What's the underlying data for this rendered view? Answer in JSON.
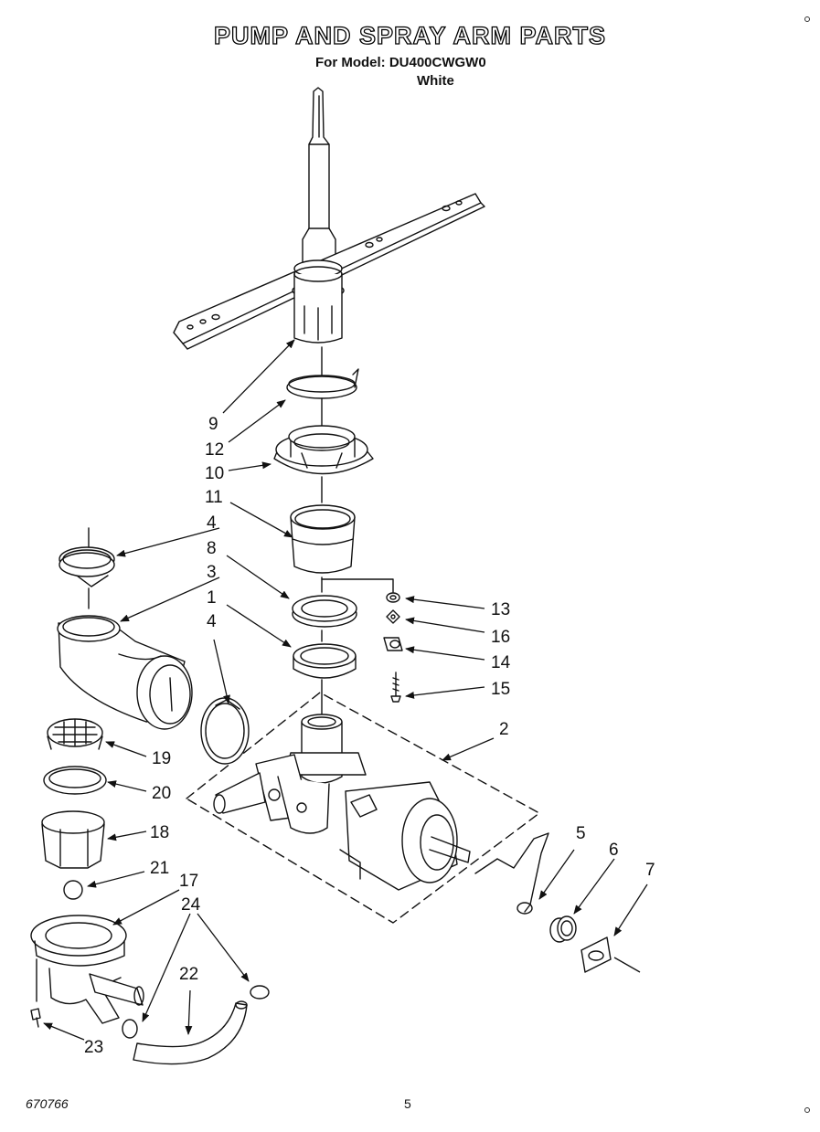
{
  "header": {
    "title": "PUMP AND SPRAY ARM PARTS",
    "model_line": "For Model: DU400CWGW0",
    "color_line": "White"
  },
  "footer": {
    "doc_number": "670766",
    "page_number": "5"
  },
  "callouts": {
    "c9": "9",
    "c12": "12",
    "c10": "10",
    "c11": "11",
    "c4a": "4",
    "c8": "8",
    "c3": "3",
    "c1": "1",
    "c4b": "4",
    "c13": "13",
    "c16": "16",
    "c14": "14",
    "c15": "15",
    "c2": "2",
    "c19": "19",
    "c20": "20",
    "c18": "18",
    "c21": "21",
    "c17": "17",
    "c24": "24",
    "c22": "22",
    "c23": "23",
    "c5": "5",
    "c6": "6",
    "c7": "7"
  }
}
